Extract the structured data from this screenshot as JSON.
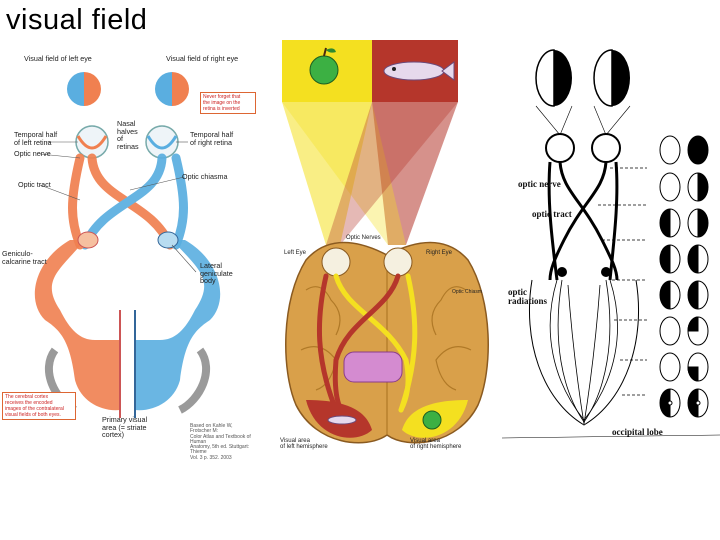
{
  "title": "visual field",
  "left_panel": {
    "visual_field_left": "Visual field of left eye",
    "visual_field_right": "Visual field of right eye",
    "note_inverted": [
      "Never forget that",
      "the image on the",
      "retina is inverted"
    ],
    "nasal_halves": [
      "Nasal",
      "halves",
      "of",
      "retinas"
    ],
    "temporal_left": [
      "Temporal half",
      "of left retina"
    ],
    "temporal_right": [
      "Temporal half",
      "of right retina"
    ],
    "optic_nerve": "Optic nerve",
    "optic_chiasma": "Optic chiasma",
    "optic_tract": "Optic tract",
    "geniculo": [
      "Geniculo-",
      "calcarine tract"
    ],
    "lateral_geniculate": [
      "Lateral",
      "geniculate",
      "body"
    ],
    "cortex_note": [
      "The cerebral cortex",
      "receives the encoded",
      "images of the contralateral",
      "visual fields of both eyes."
    ],
    "primary_visual": [
      "Primary visual",
      "area (= striate",
      "cortex)"
    ],
    "source_note": [
      "Based on Kahle W, Frotscher M:",
      "Color Atlas and Textbook of Human",
      "Anatomy, 5th ed. Stuttgart: Thieme",
      "Vol. 3 p. 352. 2003"
    ]
  },
  "middle_panel": {
    "optic_nerves": "Optic Nerves",
    "left_eye": "Left Eye",
    "right_eye": "Right Eye",
    "optic_chiasm": "Optic Chiasm",
    "visual_area_left": [
      "Visual area",
      "of left hemisphere"
    ],
    "visual_area_right": [
      "Visual area",
      "of right hemisphere"
    ]
  },
  "right_panel": {
    "optic_nerve": "optic nerve",
    "optic_tract": "optic tract",
    "optic_radiations": [
      "optic",
      "radiations"
    ],
    "occipital_lobe": "occipital lobe"
  },
  "colors": {
    "temporal_orange": "#f08050",
    "nasal_blue": "#5aaee0",
    "field_yellow": "#f4e020",
    "field_red": "#c0392b",
    "brain_tan": "#d9a04a",
    "background": "#ffffff"
  }
}
